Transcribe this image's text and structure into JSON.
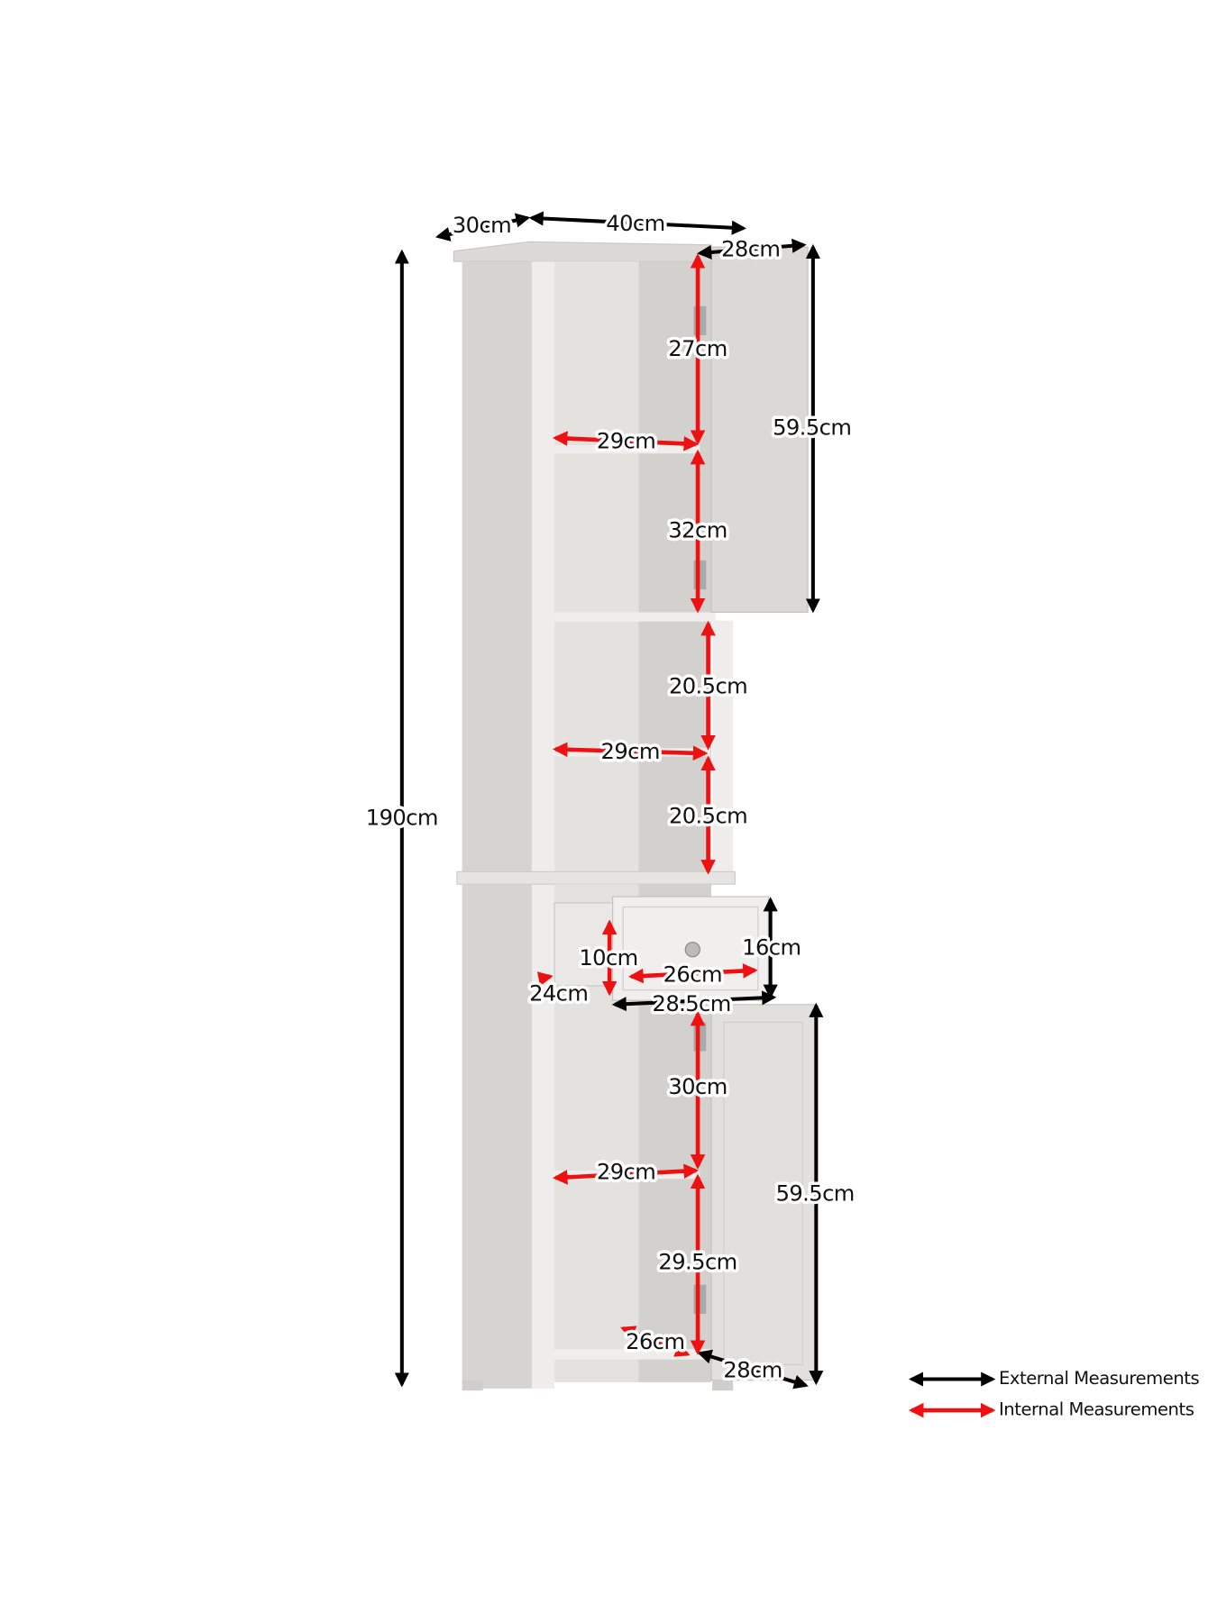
{
  "external": {
    "depth_top": "30cm",
    "width_top": "40cm",
    "upper_door_width": "28cm",
    "upper_door_height": "59.5cm",
    "total_height": "190cm",
    "drawer_height": "16cm",
    "drawer_width": "28.5cm",
    "lower_door_height": "59.5cm",
    "lower_door_width": "28cm"
  },
  "internal": {
    "upper_top_height": "27cm",
    "upper_shelf_width": "29cm",
    "upper_bottom_height": "32cm",
    "open_top_height": "20.5cm",
    "open_shelf_width": "29cm",
    "open_bottom_height": "20.5cm",
    "drawer_inner_height": "10cm",
    "drawer_inner_width": "26cm",
    "drawer_inner_depth": "24cm",
    "lower_top_height": "30cm",
    "lower_shelf_width": "29cm",
    "lower_bottom_height": "29.5cm",
    "lower_depth": "26cm"
  },
  "legend": {
    "external_label": "External Measurements",
    "internal_label": "Internal Measurements",
    "external_color": "#000000",
    "internal_color": "#e11111"
  }
}
